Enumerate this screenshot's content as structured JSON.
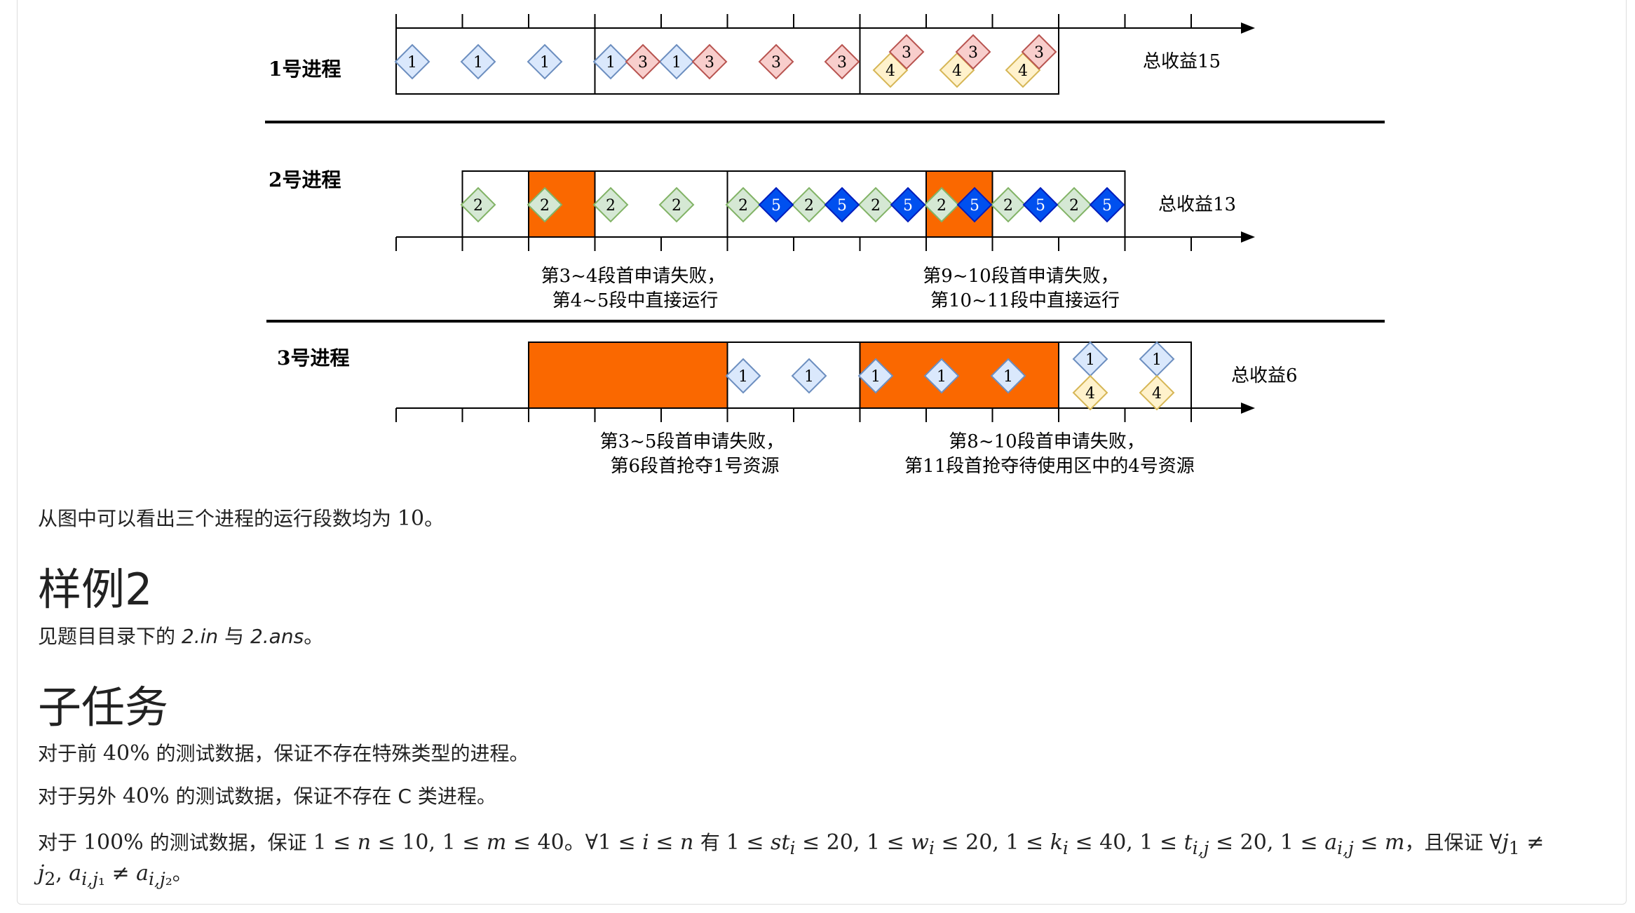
{
  "figure": {
    "rows": [
      {
        "label": "1号进程",
        "total": "总收益15"
      },
      {
        "label": "2号进程",
        "total": "总收益13"
      },
      {
        "label": "3号进程",
        "total": "总收益6"
      }
    ],
    "notes": [
      [
        "第3~4段首申请失败，",
        "第4~5段中直接运行"
      ],
      [
        "第9~10段首申请失败，",
        "第10~11段中直接运行"
      ],
      [
        "第3~5段首申请失败，",
        "第6段首抢夺1号资源"
      ],
      [
        "第8~10段首申请失败，",
        "第11段首抢夺待使用区中的4号资源"
      ]
    ],
    "colors": {
      "res1": "#dae8fc",
      "res1_stroke": "#6c8ebf",
      "res2": "#d5e8d4",
      "res2_stroke": "#82b366",
      "res3": "#f8cecc",
      "res3_stroke": "#b85450",
      "res4": "#fff2cc",
      "res4_stroke": "#d6b656",
      "res5": "#0050ef",
      "res5_stroke": "#001dbc",
      "fail_block": "#fa6800"
    }
  },
  "text": {
    "line1_a": "从图中可以看出三个进程的运行段数均为 ",
    "line1_num": "10",
    "line1_b": "。",
    "h_sample2": "样例2",
    "line2_a": "见题目目录下的 ",
    "line2_f1": "2.in",
    "line2_mid": " 与 ",
    "line2_f2": "2.ans",
    "line2_b": "。",
    "h_subtask": "子任务",
    "line3_a": "对于前 ",
    "line3_pct": "40%",
    "line3_b": " 的测试数据，保证不存在特殊类型的进程。",
    "line4_a": "对于另外 ",
    "line4_pct": "40%",
    "line4_b": " 的测试数据，保证不存在 C 类进程。",
    "line5_a": "对于 ",
    "line5_pct": "100%",
    "line5_b": " 的测试数据，保证 ",
    "line5_tail": "，且保证 ",
    "line6_end": "。"
  }
}
